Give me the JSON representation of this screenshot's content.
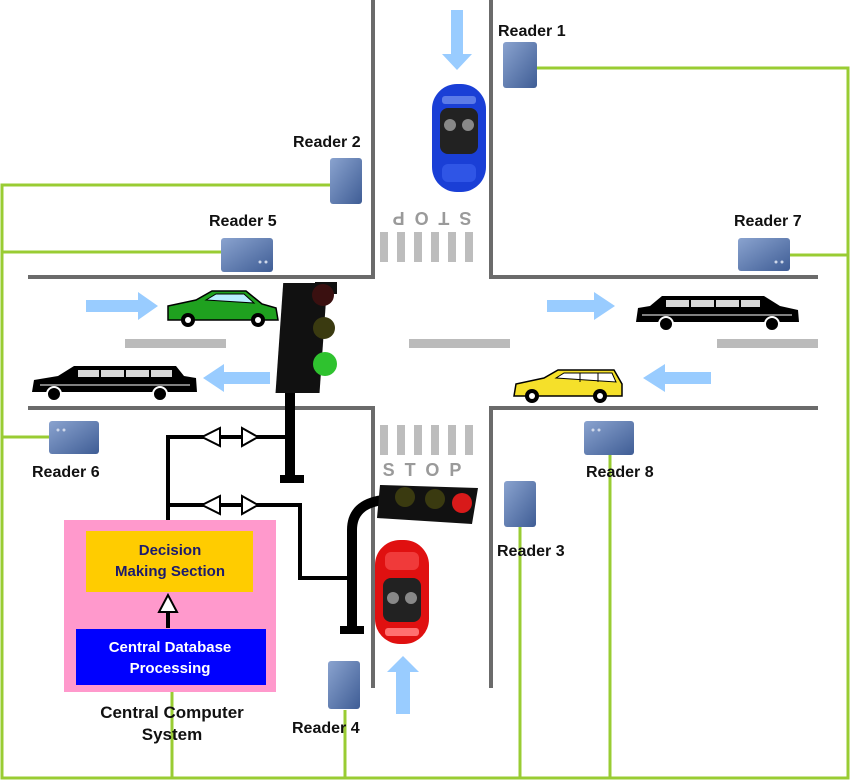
{
  "readers": [
    {
      "id": "reader-1",
      "label": "Reader 1"
    },
    {
      "id": "reader-2",
      "label": "Reader 2"
    },
    {
      "id": "reader-3",
      "label": "Reader 3"
    },
    {
      "id": "reader-4",
      "label": "Reader 4"
    },
    {
      "id": "reader-5",
      "label": "Reader 5"
    },
    {
      "id": "reader-6",
      "label": "Reader 6"
    },
    {
      "id": "reader-7",
      "label": "Reader 7"
    },
    {
      "id": "reader-8",
      "label": "Reader 8"
    }
  ],
  "stop_top": "STOP",
  "stop_bottom": "STOP",
  "decision": {
    "line1": "Decision",
    "line2": "Making Section"
  },
  "database": {
    "line1": "Central Database",
    "line2": "Processing"
  },
  "system": {
    "line1": "Central Computer",
    "line2": "System"
  },
  "colors": {
    "road_edge": "#6b6b6b",
    "wire": "#99cc33",
    "arrow": "#99ccff",
    "system_bg": "#ff99cc",
    "decision_bg": "#ffcc00",
    "database_bg": "#0000ff",
    "reader": "#5b7ab0",
    "car_blue": "#1a3fd6",
    "car_red": "#e01010",
    "car_green": "#1fa11f",
    "car_yellow": "#f5e02a"
  }
}
